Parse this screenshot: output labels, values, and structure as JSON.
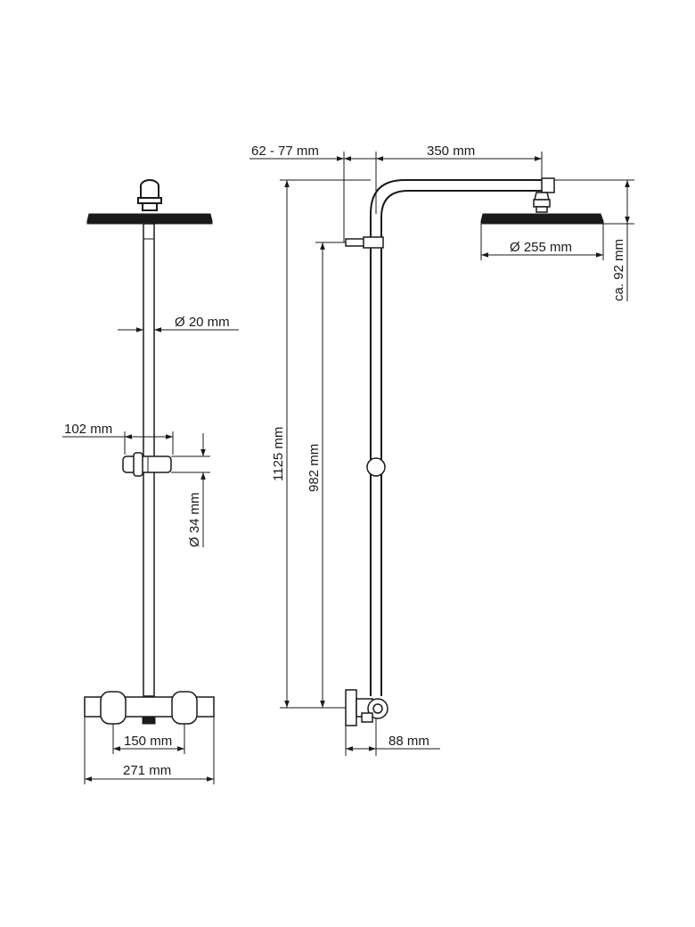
{
  "diagram": {
    "front_view": {
      "pipe_diameter": "Ø 20 mm",
      "holder_width": "102 mm",
      "holder_diameter": "Ø 34 mm",
      "inlet_spacing": "150 mm",
      "mixer_width": "271 mm"
    },
    "side_view": {
      "wall_offset": "62 - 77 mm",
      "arm_length": "350 mm",
      "head_diameter": "Ø 255 mm",
      "head_height": "ca. 92 mm",
      "total_height": "1125 mm",
      "pipe_height": "982 mm",
      "mixer_depth": "88 mm"
    }
  }
}
